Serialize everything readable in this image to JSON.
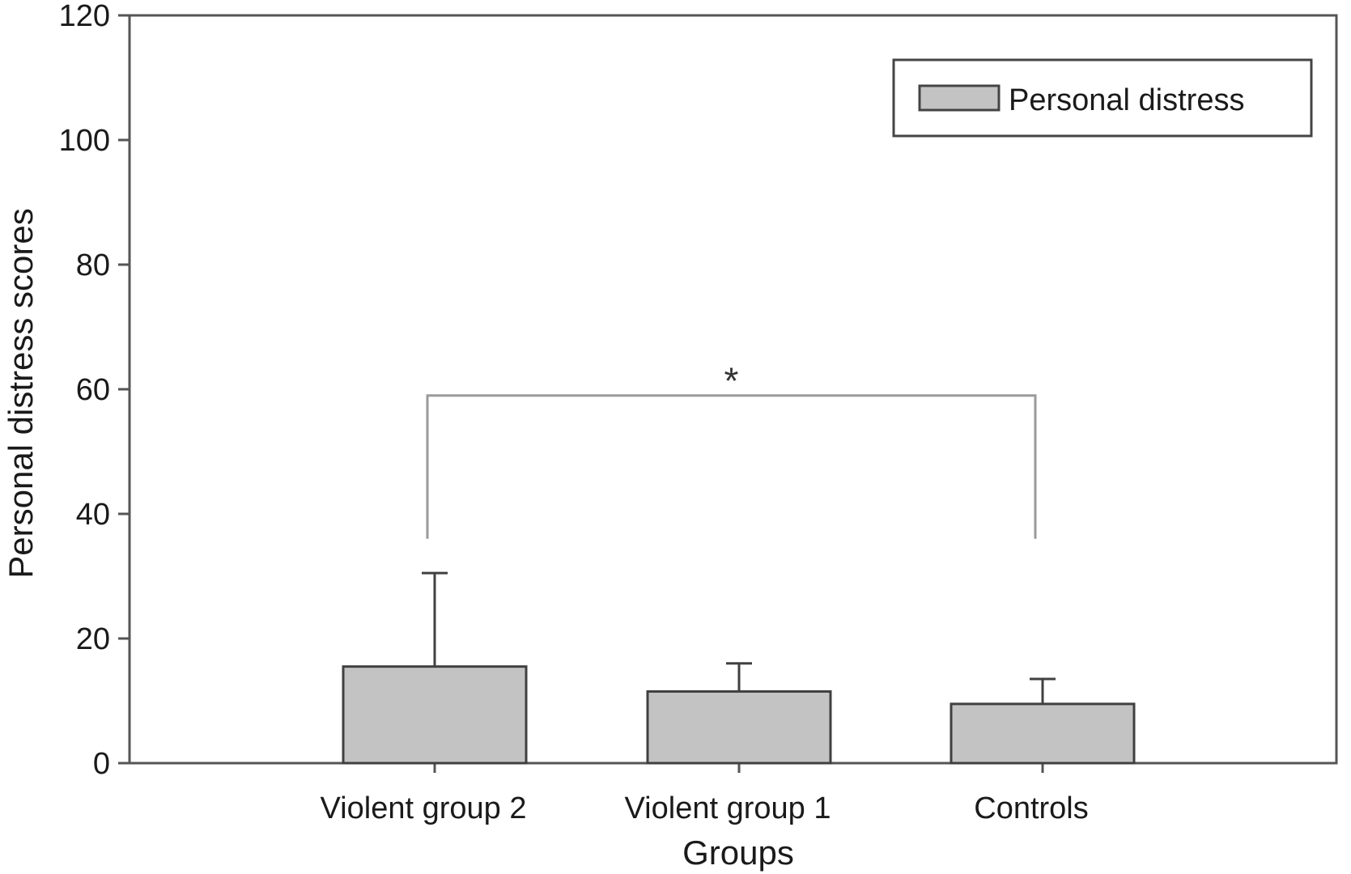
{
  "chart_data": {
    "type": "bar",
    "title": "",
    "xlabel": "Groups",
    "ylabel": "Personal distress scores",
    "ylim": [
      0,
      120
    ],
    "yticks": [
      0,
      20,
      40,
      60,
      80,
      100,
      120
    ],
    "categories": [
      "Violent group 2",
      "Violent group 1",
      "Controls"
    ],
    "series": [
      {
        "name": "Personal distress",
        "values": [
          15.5,
          11.5,
          9.5
        ],
        "error_upper": [
          30.5,
          16,
          13.5
        ],
        "color": "#c3c3c3"
      }
    ],
    "legend": {
      "position": "top-right"
    },
    "grid": false,
    "annotations": [
      {
        "type": "significance-bracket",
        "from": "Violent group 2",
        "to": "Controls",
        "y": 59,
        "bottom": 36,
        "label": "*"
      }
    ]
  }
}
